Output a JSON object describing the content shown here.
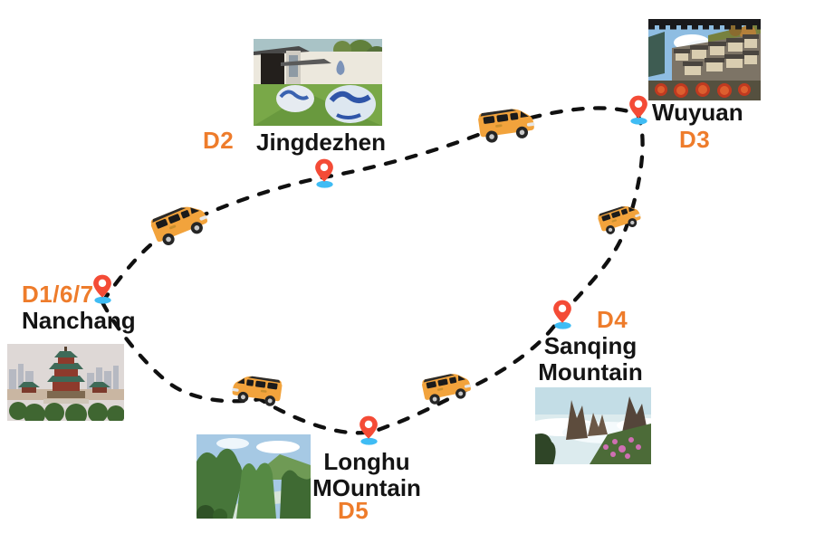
{
  "stops": [
    {
      "day": "D1/6/7",
      "name": "Nanchang"
    },
    {
      "day": "D2",
      "name": "Jingdezhen"
    },
    {
      "day": "D3",
      "name": "Wuyuan"
    },
    {
      "day": "D4",
      "name": "Sanqing Mountain"
    },
    {
      "day": "D5",
      "name": "Longhu MOuntain"
    }
  ],
  "icons": {
    "stop_marker": "location-pin",
    "transport": "shuttle-van"
  },
  "colors": {
    "day_label": "#EE7C2B",
    "city_label": "#141414",
    "pin": "#F44B36",
    "pin_shadow": "#3FBCF4",
    "route": "#101010",
    "van_body": "#F2A33C",
    "van_glass": "#1B1B1B"
  }
}
